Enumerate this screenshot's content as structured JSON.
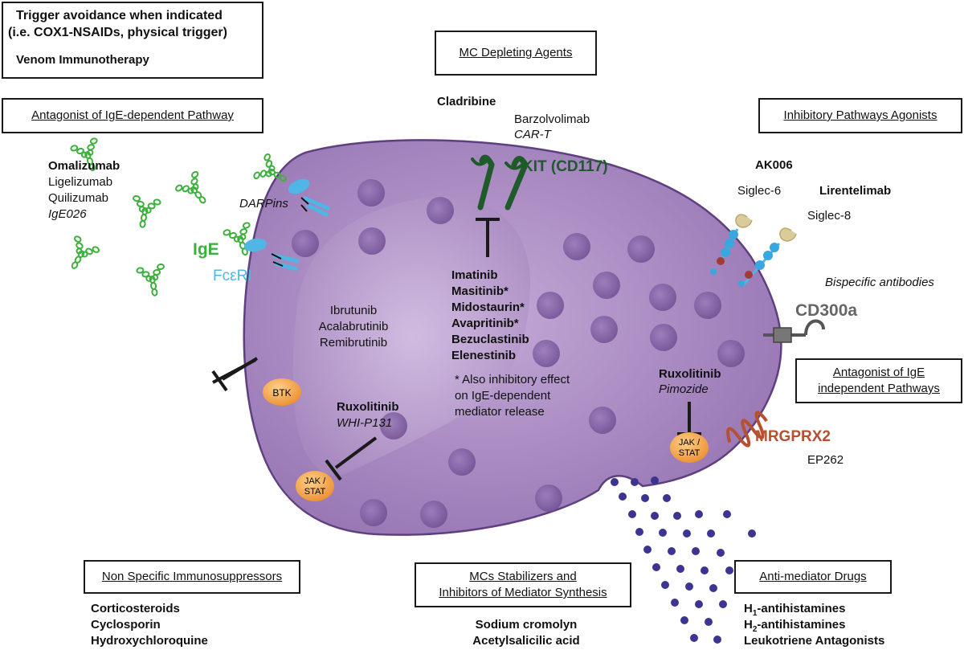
{
  "top_left_box": {
    "line1": "Trigger avoidance when indicated",
    "line2": "(i.e. COX1-NSAIDs, physical trigger)",
    "line3": "Venom Immunotherapy"
  },
  "ige_dependent": {
    "header": "Antagonist of IgE-dependent Pathway",
    "drugs": [
      "Omalizumab",
      "Ligelizumab",
      "Quilizumab",
      "IgE026"
    ],
    "darpins": "DARPins",
    "ige_label": "IgE",
    "fceri_label": "FcεRI"
  },
  "depleting": {
    "header": "MC Depleting Agents",
    "cladribine": "Cladribine",
    "barzolvolimab": "Barzolvolimab",
    "cart": "CAR-T",
    "kit_label": "KIT (CD117)"
  },
  "kit_inhibitors": {
    "drugs": [
      "Imatinib",
      "Masitinib*",
      "Midostaurin*",
      "Avapritinib*",
      "Bezuclastinib",
      "Elenestinib"
    ],
    "footnote": [
      "* Also inhibitory effect",
      "on IgE-dependent",
      "mediator release"
    ]
  },
  "btk": {
    "drugs": [
      "Ibrutunib",
      "Acalabrutinib",
      "Remibrutinib"
    ],
    "node_label": "BTK"
  },
  "jak_left": {
    "drug": "Ruxolitinib",
    "drug2": "WHI-P131",
    "node_line1": "JAK /",
    "node_line2": "STAT"
  },
  "jak_right": {
    "drug": "Ruxolitinib",
    "drug2": "Pimozide",
    "node_line1": "JAK /",
    "node_line2": "STAT"
  },
  "inhibitory": {
    "header": "Inhibitory Pathways Agonists",
    "ak006": "AK006",
    "siglec6": "Siglec-6",
    "lirentelimab": "Lirentelimab",
    "siglec8": "Siglec-8",
    "bispecific": "Bispecific antibodies",
    "cd300a": "CD300a"
  },
  "ige_independent": {
    "header_line1": "Antagonist of IgE",
    "header_line2": "independent Pathways",
    "mrgprx2": "MRGPRX2",
    "ep262": "EP262"
  },
  "immunosuppressors": {
    "header": "Non Specific Immunosuppressors",
    "drugs": [
      "Corticosteroids",
      "Cyclosporin",
      "Hydroxychloroquine"
    ]
  },
  "stabilizers": {
    "header_line1": "MCs Stabilizers and",
    "header_line2": "Inhibitors of Mediator Synthesis",
    "drugs": [
      "Sodium cromolyn",
      "Acetylsalicilic acid"
    ]
  },
  "anti_mediator": {
    "header": "Anti-mediator Drugs",
    "h1_prefix": "H",
    "h1_sub": "1",
    "h1_suffix": "-antihistamines",
    "h2_prefix": "H",
    "h2_sub": "2",
    "h2_suffix": "-antihistamines",
    "leukotriene": "Leukotriene Antagonists"
  },
  "colors": {
    "cell_fill": "#9e7bb9",
    "nucleus": "#b69bcb",
    "granule": "#7d5ba0",
    "ige_green": "#3db03d",
    "fceri_blue": "#4fb6e6",
    "kit_green": "#1e5a2a",
    "mrgprx2_red": "#b5512f",
    "node_orange": "#f0993a",
    "cd300a_gray": "#666666",
    "dot_indigo": "#3c3490"
  }
}
